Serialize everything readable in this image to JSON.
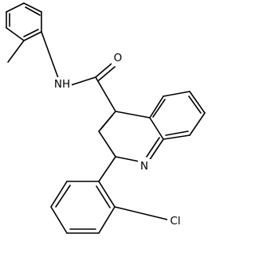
{
  "molecule": {
    "atom_labels": {
      "oxygen": "O",
      "amide_nitrogen": "NH",
      "ring_nitrogen": "N",
      "chlorine": "Cl"
    }
  }
}
